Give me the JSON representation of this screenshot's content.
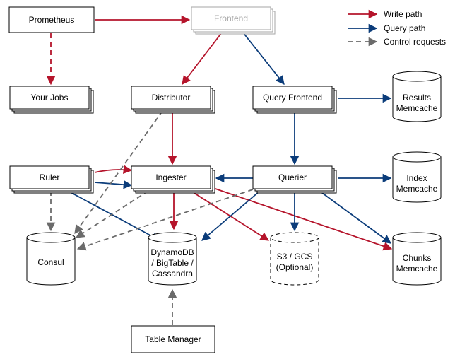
{
  "colors": {
    "write": "#b5142b",
    "query": "#0b3c7a",
    "control": "#6b6b6b",
    "box_stroke": "#000000",
    "faded_stroke": "#a6a6a6",
    "faded_text": "#a6a6a6"
  },
  "legend": {
    "write_path": "Write path",
    "query_path": "Query path",
    "control_requests": "Control requests"
  },
  "services": {
    "prometheus": "Prometheus",
    "frontend": "Frontend",
    "your_jobs": "Your Jobs",
    "distributor": "Distributor",
    "query_frontend": "Query Frontend",
    "ruler": "Ruler",
    "ingester": "Ingester",
    "querier": "Querier",
    "table_manager": "Table Manager"
  },
  "stores": {
    "results_memcache": [
      "Results",
      "Memcache"
    ],
    "index_memcache": [
      "Index",
      "Memcache"
    ],
    "consul": [
      "Consul"
    ],
    "dynamodb": [
      "DynamoDB",
      "/ BigTable /",
      "Cassandra"
    ],
    "s3_gcs": [
      "S3 / GCS",
      "(Optional)"
    ],
    "chunks_memcache": [
      "Chunks",
      "Memcache"
    ]
  }
}
